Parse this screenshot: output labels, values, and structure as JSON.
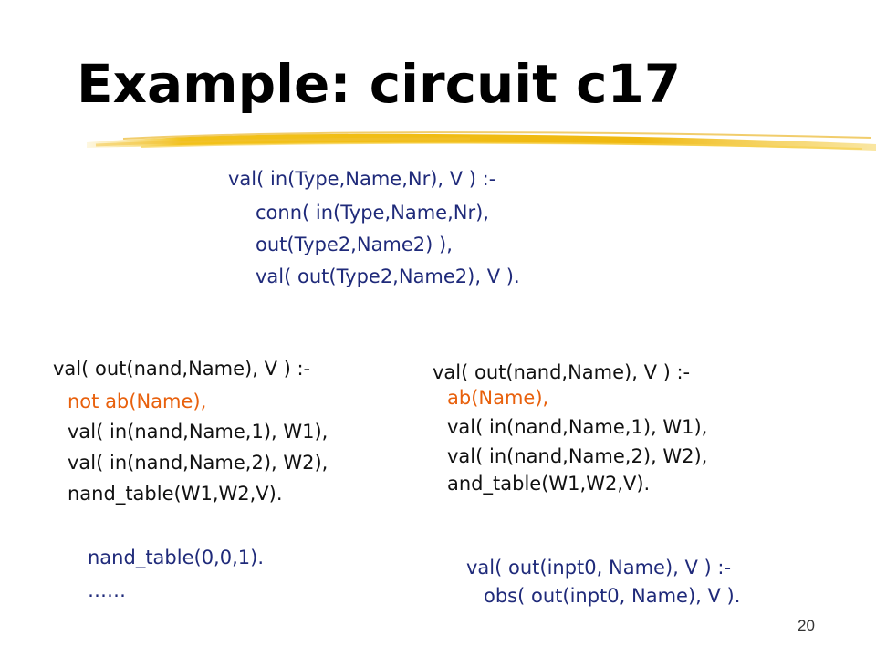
{
  "slide": {
    "title": "Example: circuit c17",
    "page_number": "20",
    "colors": {
      "navy": "#1f2a7a",
      "orange": "#e8600c",
      "brush": "#f2c21a"
    }
  },
  "top_rule": [
    "val( in(Type,Name,Nr), V ) :-",
    "conn( in(Type,Name,Nr),",
    "out(Type2,Name2) ),",
    "val( out(Type2,Name2), V )."
  ],
  "left_rule": {
    "head": "val( out(nand,Name), V ) :-",
    "condition": "not ab(Name),",
    "body": [
      "val( in(nand,Name,1), W1),",
      "val( in(nand,Name,2), W2),",
      "nand_table(W1,W2,V)."
    ]
  },
  "right_rule": {
    "head": "val( out(nand,Name), V ) :-",
    "condition": "ab(Name),",
    "body": [
      "val( in(nand,Name,1), W1),",
      "val( in(nand,Name,2), W2),",
      "and_table(W1,W2,V)."
    ]
  },
  "table_facts": [
    "nand_table(0,0,1).",
    "……"
  ],
  "obs_rule": [
    "val( out(inpt0, Name), V ) :-",
    "obs( out(inpt0, Name), V )."
  ]
}
